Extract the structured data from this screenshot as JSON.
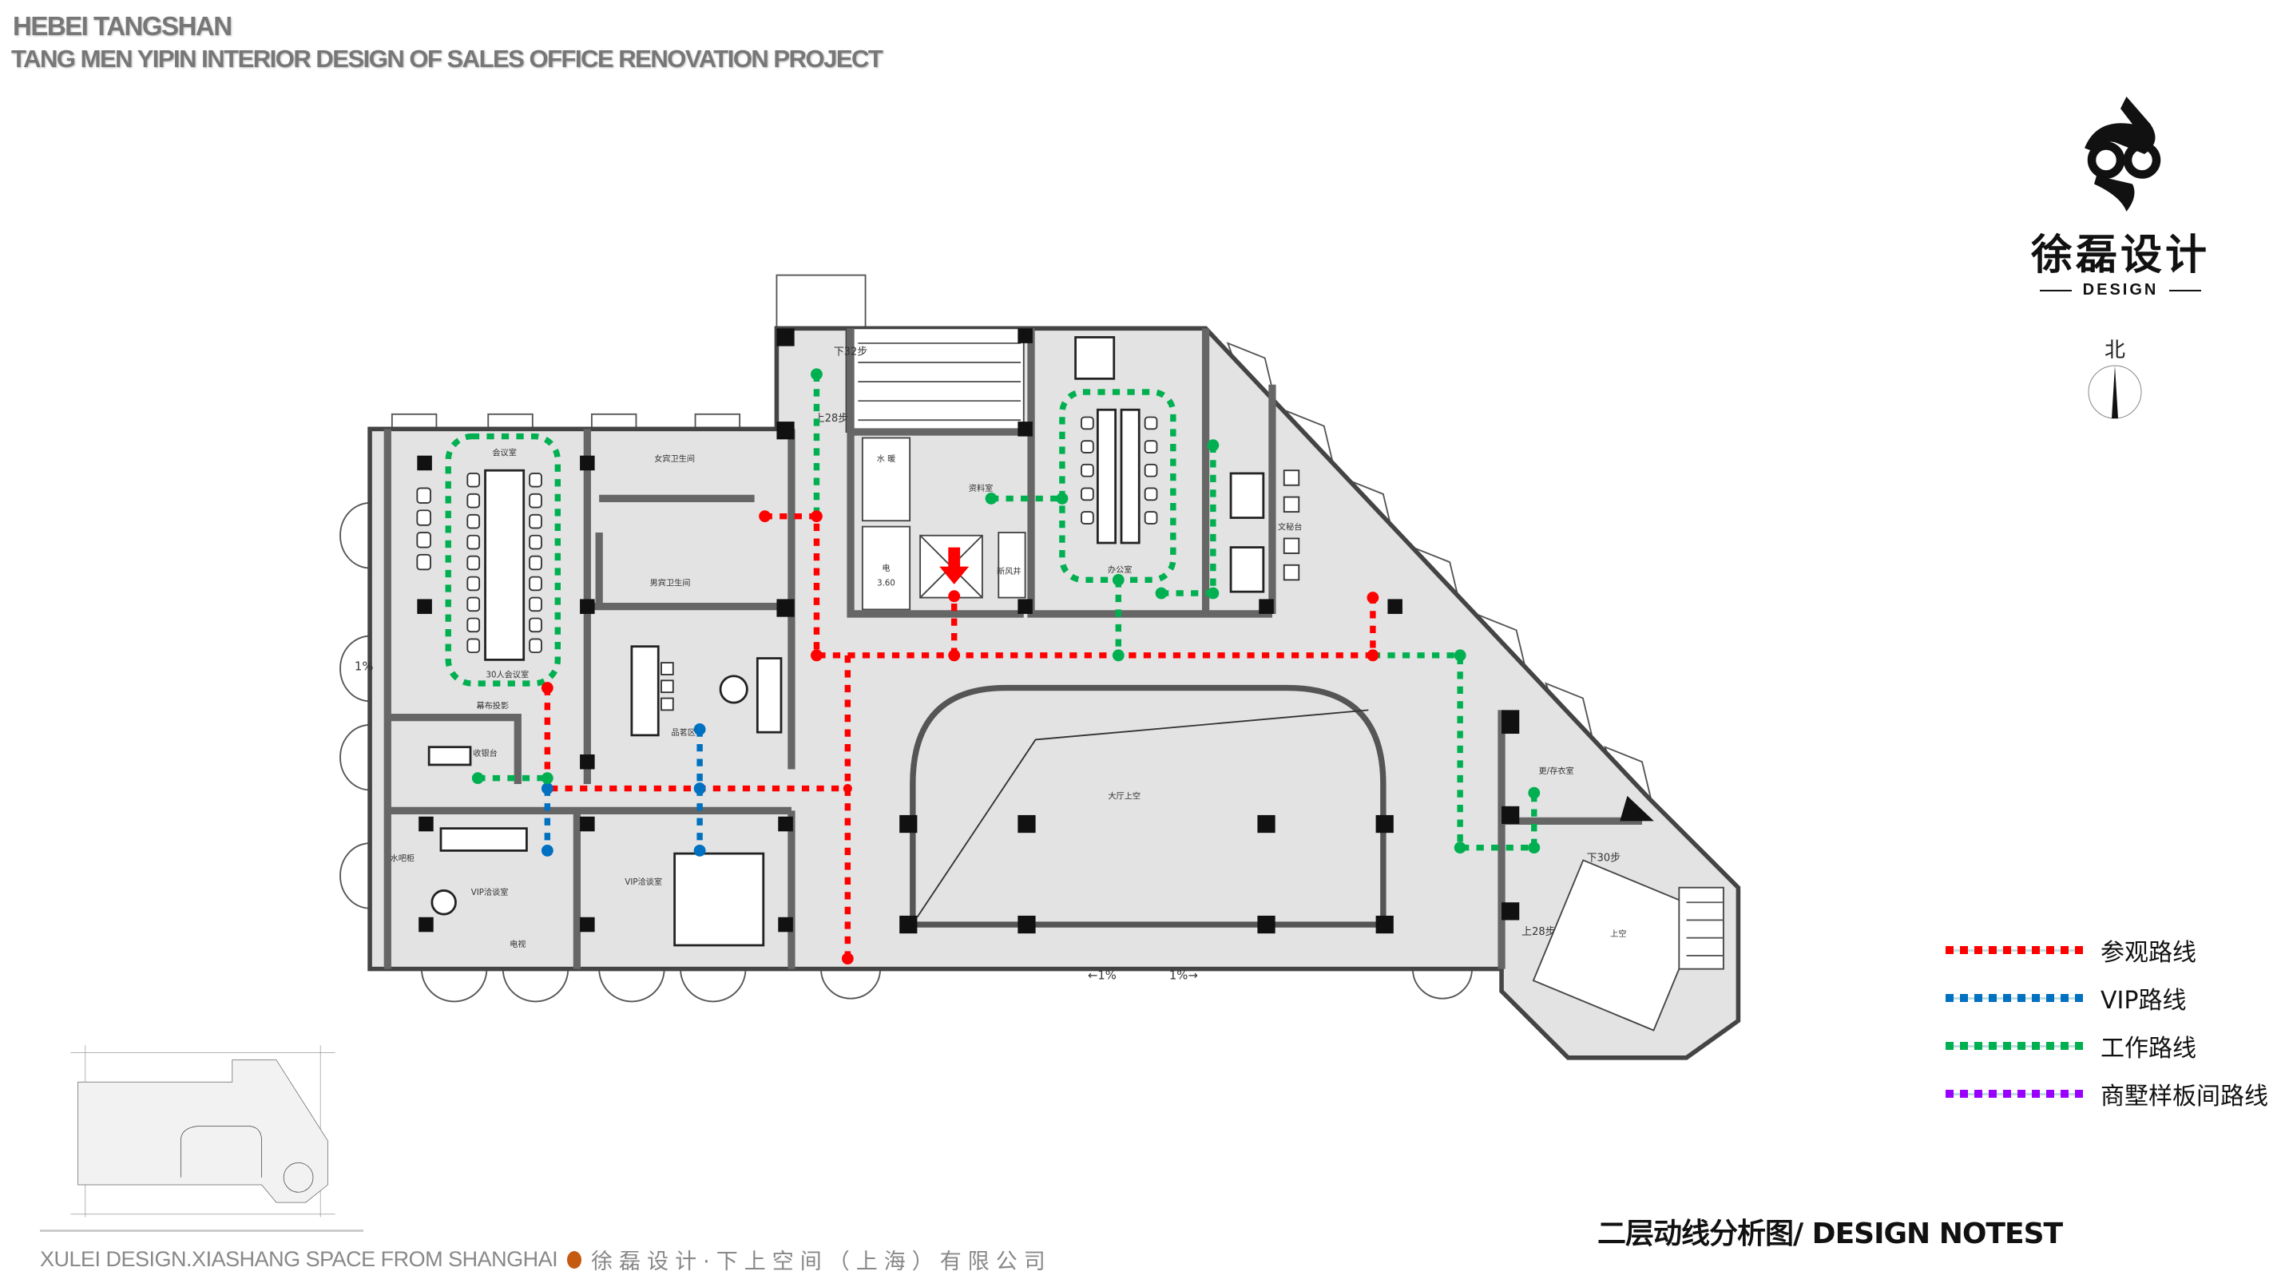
{
  "header": {
    "line1": "HEBEI TANGSHAN",
    "line2": "TANG MEN YIPIN INTERIOR DESIGN OF SALES OFFICE RENOVATION PROJECT"
  },
  "logo": {
    "name_cn": "徐磊设计",
    "name_en": "DESIGN"
  },
  "north": {
    "label": "北"
  },
  "legend": [
    {
      "label": "参观路线",
      "color": "#ff0000"
    },
    {
      "label": "VIP路线",
      "color": "#0070c0"
    },
    {
      "label": "工作路线",
      "color": "#00b050"
    },
    {
      "label": "商墅样板间路线",
      "color": "#9900ff"
    }
  ],
  "drawing_title": "二层动线分析图/ DESIGN NOTEST",
  "footer": {
    "en": "XULEI DESIGN.XIASHANG SPACE FROM SHANGHAI",
    "cn": "徐磊设计·下上空间（上海）有限公司"
  },
  "rooms": {
    "meeting": "会议室",
    "meeting30": "30人会议室",
    "ladies_wc": "女宾卫生间",
    "mens_wc": "男宾卫生间",
    "projection": "幕布投影",
    "cashier": "收银台",
    "tea": "品茗区",
    "water_bar": "水吧柜",
    "vip1": "VIP洽谈室",
    "vip2": "VIP洽谈室",
    "tv": "电视",
    "archive": "资料室",
    "office": "办公室",
    "plumbing": "水 暖",
    "electric": "电",
    "elev_level": "3.60",
    "fresh_air": "新风井",
    "stair_down32": "下32步",
    "stair_up28_top": "上28步",
    "secretary": "文秘台",
    "locker": "更/存衣室",
    "stair_down30": "下30步",
    "stair_up28": "上28步",
    "void": "上空",
    "hall_void": "大厅上空",
    "slope_left": "1%",
    "slope_a": "←1%",
    "slope_b": "1%→"
  }
}
